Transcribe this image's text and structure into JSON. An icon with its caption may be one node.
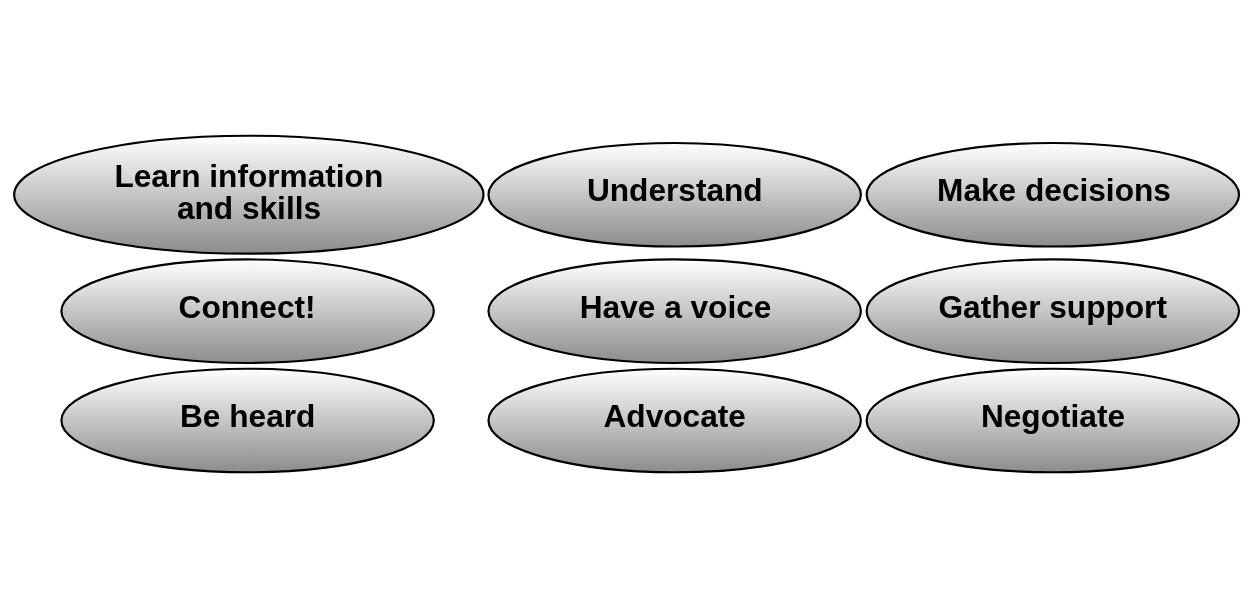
{
  "diagram": {
    "nodes": [
      {
        "text": [
          "Understand"
        ]
      },
      {
        "text": [
          "Make decisions"
        ]
      },
      {
        "text": [
          "Connect!"
        ]
      },
      {
        "text": [
          "Have a voice"
        ]
      },
      {
        "text": [
          "Gather support"
        ]
      },
      {
        "text": [
          "Be heard"
        ]
      },
      {
        "text": [
          "Learn information and skills"
        ]
      },
      {
        "text": [
          "Advocate"
        ]
      },
      {
        "text": [
          "Negotiate"
        ]
      }
    ]
  }
}
